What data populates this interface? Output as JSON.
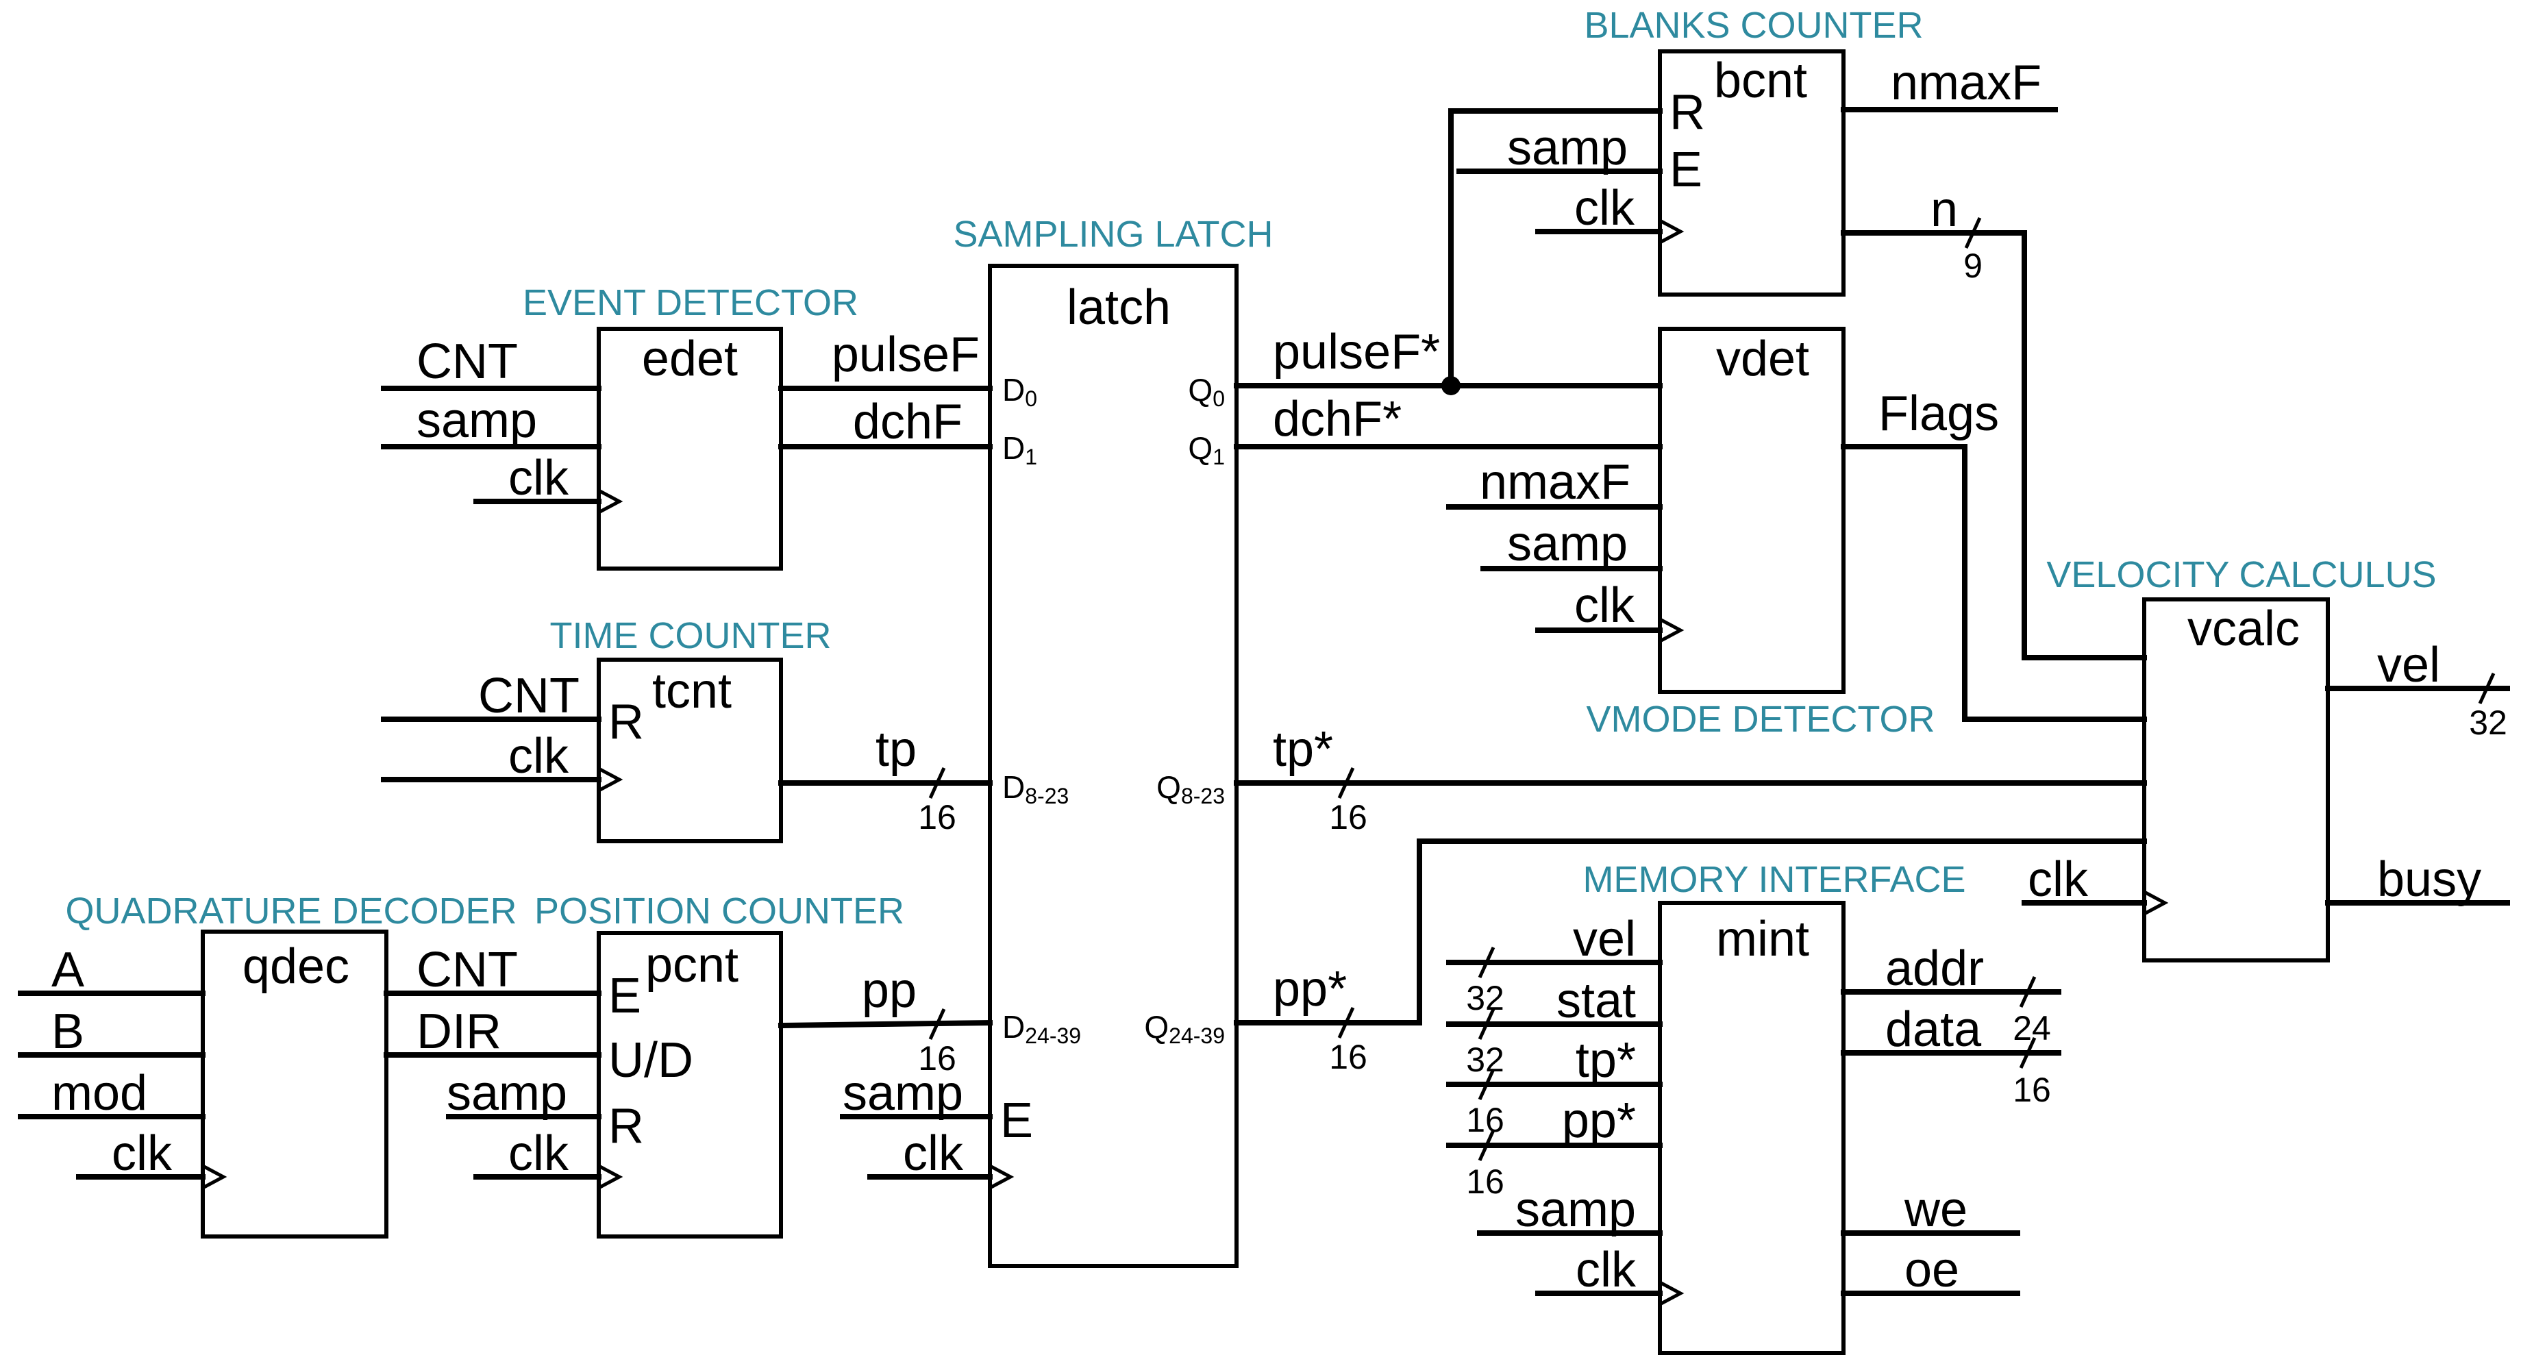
{
  "colors": {
    "title": "#2e8a9f",
    "line": "#000000",
    "background": "#ffffff"
  },
  "blocks": {
    "qdec": {
      "title": "QUADRATURE DECODER",
      "name": "qdec"
    },
    "edet": {
      "title": "EVENT DETECTOR",
      "name": "edet"
    },
    "tcnt": {
      "title": "TIME COUNTER",
      "name": "tcnt",
      "pin_r": "R"
    },
    "pcnt": {
      "title": "POSITION COUNTER",
      "name": "pcnt",
      "pin_e": "E",
      "pin_ud": "U/D",
      "pin_r": "R"
    },
    "latch": {
      "title": "SAMPLING LATCH",
      "name": "latch",
      "pin_e": "E",
      "d0": "D",
      "d0_sub": "0",
      "d1": "D",
      "d1_sub": "1",
      "d8": "D",
      "d8_sub": "8-23",
      "d24": "D",
      "d24_sub": "24-39",
      "q0": "Q",
      "q0_sub": "0",
      "q1": "Q",
      "q1_sub": "1",
      "q8": "Q",
      "q8_sub": "8-23",
      "q24": "Q",
      "q24_sub": "24-39"
    },
    "bcnt": {
      "title": "BLANKS COUNTER",
      "name": "bcnt",
      "pin_r": "R",
      "pin_e": "E"
    },
    "vdet": {
      "title": "VMODE DETECTOR",
      "name": "vdet"
    },
    "vcalc": {
      "title": "VELOCITY CALCULUS",
      "name": "vcalc"
    },
    "mint": {
      "title": "MEMORY INTERFACE",
      "name": "mint"
    }
  },
  "signals": {
    "qdec_a": "A",
    "qdec_b": "B",
    "qdec_mod": "mod",
    "qdec_clk": "clk",
    "qdec_cnt": "CNT",
    "qdec_dir": "DIR",
    "edet_cnt": "CNT",
    "edet_samp": "samp",
    "edet_clk": "clk",
    "edet_pulsef": "pulseF",
    "edet_dchf": "dchF",
    "tcnt_cnt": "CNT",
    "tcnt_clk": "clk",
    "tcnt_tp": "tp",
    "pcnt_samp": "samp",
    "pcnt_clk": "clk",
    "pcnt_pp": "pp",
    "latch_samp": "samp",
    "latch_clk": "clk",
    "latch_pulsef": "pulseF*",
    "latch_dchf": "dchF*",
    "latch_tp": "tp*",
    "latch_pp": "pp*",
    "bcnt_samp": "samp",
    "bcnt_clk": "clk",
    "bcnt_nmaxf": "nmaxF",
    "bcnt_n": "n",
    "vdet_nmaxf": "nmaxF",
    "vdet_samp": "samp",
    "vdet_clk": "clk",
    "vdet_flags": "Flags",
    "vcalc_clk": "clk",
    "vcalc_vel": "vel",
    "vcalc_busy": "busy",
    "mint_vel": "vel",
    "mint_stat": "stat",
    "mint_tp": "tp*",
    "mint_pp": "pp*",
    "mint_samp": "samp",
    "mint_clk": "clk",
    "mint_addr": "addr",
    "mint_data": "data",
    "mint_we": "we",
    "mint_oe": "oe"
  },
  "bus_widths": {
    "tp": "16",
    "pp": "16",
    "tp_star": "16",
    "pp_star": "16",
    "n": "9",
    "vel_out": "32",
    "mint_vel": "32",
    "mint_stat": "32",
    "mint_tp": "16",
    "mint_pp": "16",
    "addr": "24",
    "data": "16"
  }
}
